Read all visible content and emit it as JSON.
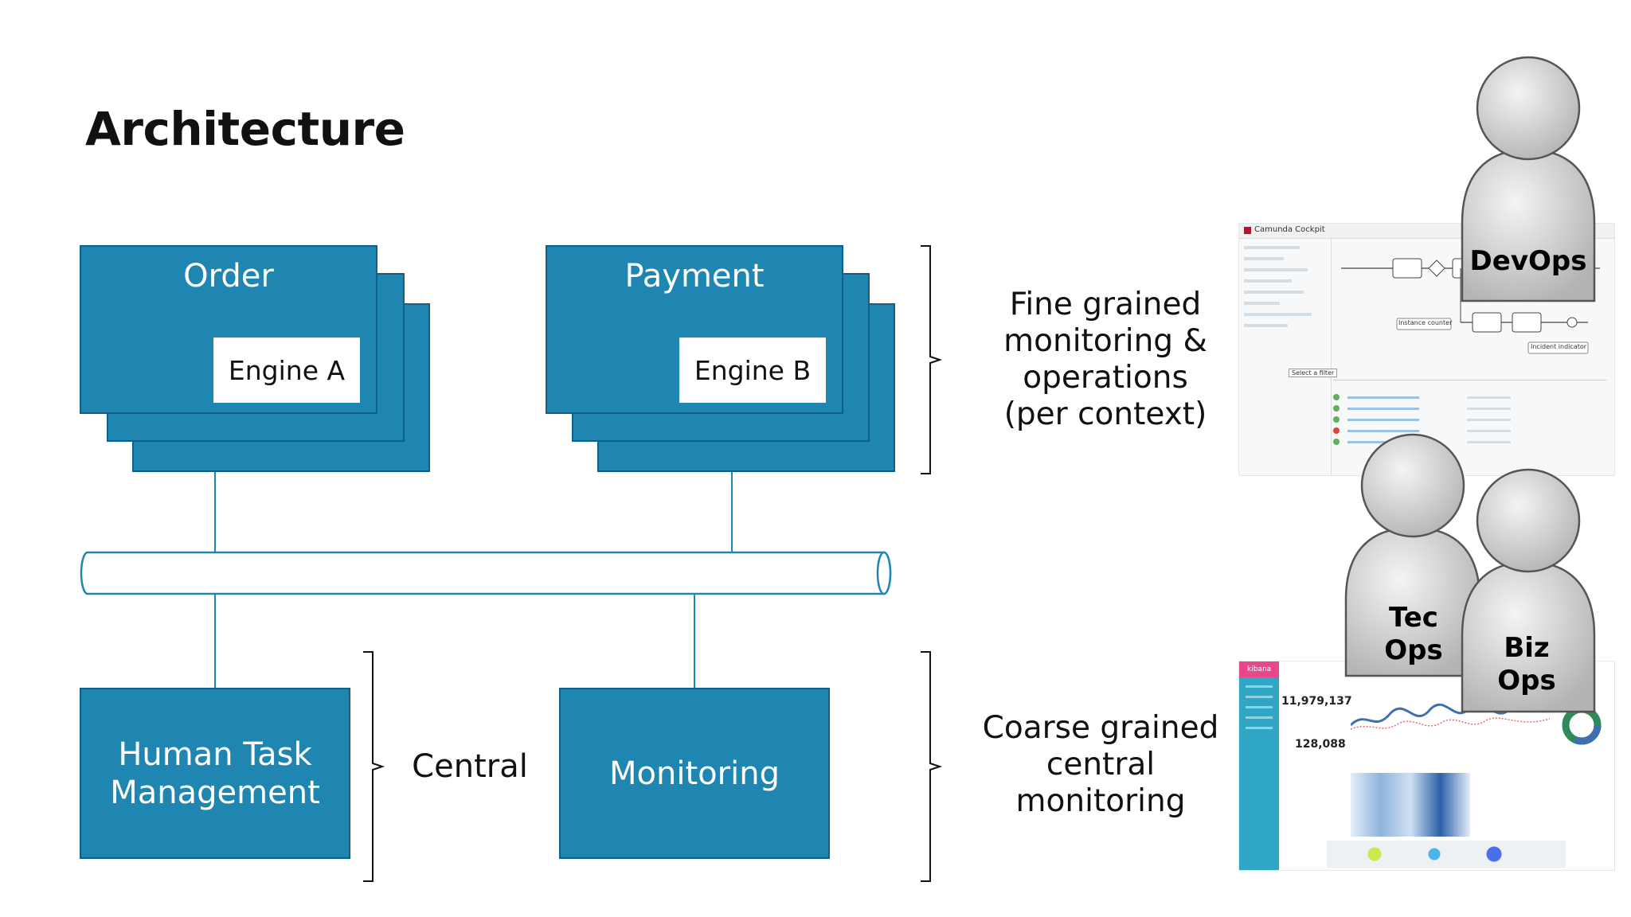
{
  "page": {
    "title": "Architecture"
  },
  "contexts": [
    {
      "name": "Order",
      "engine": "Engine A"
    },
    {
      "name": "Payment",
      "engine": "Engine B"
    }
  ],
  "central": {
    "label": "Central",
    "boxes": [
      {
        "label_line1": "Human Task",
        "label_line2": "Management"
      },
      {
        "label": "Monitoring"
      }
    ]
  },
  "annotations": {
    "fine": [
      "Fine grained",
      "monitoring &",
      "operations",
      "(per context)"
    ],
    "coarse": [
      "Coarse grained",
      "central",
      "monitoring"
    ]
  },
  "personas": {
    "devops": "DevOps",
    "tecops": [
      "Tec",
      "Ops"
    ],
    "bizops": [
      "Biz",
      "Ops"
    ]
  },
  "cockpit": {
    "app_name": "Camunda Cockpit",
    "tooltips": [
      "Instance counter",
      "Incident indicator",
      "Select a filter"
    ]
  },
  "kibana": {
    "app_name": "kibana",
    "metric1": "11,979,137",
    "metric2": "128,088"
  },
  "colors": {
    "box_fill": "#1f86b2",
    "box_border": "#0f5f86",
    "bus": "#1f86b2",
    "persona": "#c8c8c8",
    "kibana_accent": "#e8488b"
  }
}
